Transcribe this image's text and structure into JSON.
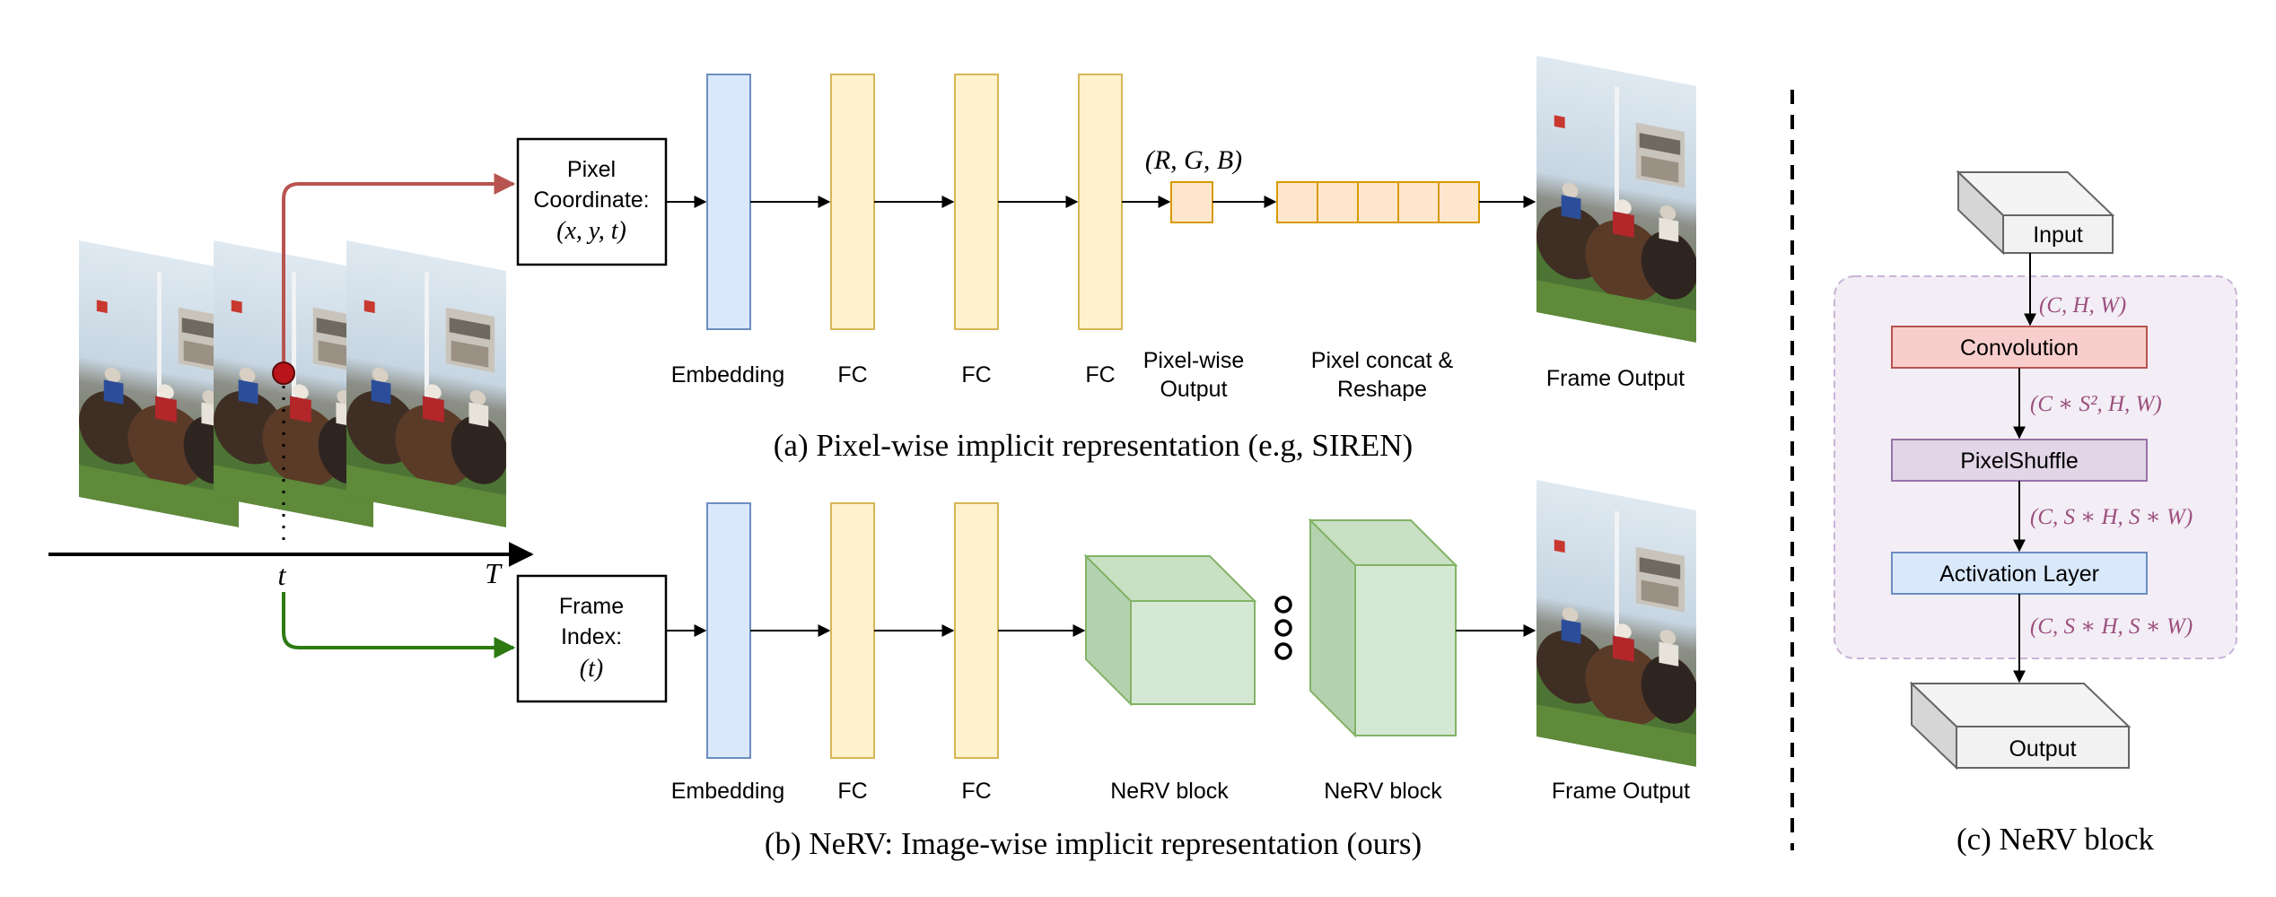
{
  "colors": {
    "embedding_fill": "#dae8fc",
    "embedding_stroke": "#6c8ebf",
    "fc_fill": "#fff2cc",
    "fc_stroke": "#d6b656",
    "pixel_fill": "#ffe6cc",
    "pixel_stroke": "#d79b00",
    "nerv_front": "#d5e8d4",
    "nerv_side": "#b4d2b0",
    "nerv_stroke": "#82b366",
    "red_arrow": "#b85450",
    "green_arrow": "#2d7a12",
    "math_label": "#9c4f7d",
    "conv_fill": "#f8cecc",
    "conv_stroke": "#b85450",
    "shuffle_fill": "#e1d5e7",
    "shuffle_stroke": "#9673a6",
    "act_fill": "#dae8fc",
    "act_stroke": "#6c8ebf",
    "group_fill": "#f3eef6",
    "group_stroke": "#c9b3d6"
  },
  "icons": [
    "video-frame-image",
    "timeline-arrow",
    "sample-point-dot",
    "ellipsis-circles",
    "cube-block"
  ],
  "timeline": {
    "t_label": "t",
    "T_label": "T"
  },
  "panel_a": {
    "input_line1": "Pixel",
    "input_line2": "Coordinate:",
    "input_math": "(x, y, t)",
    "rgb_label": "(R, G, B)",
    "embedding_label": "Embedding",
    "fc_labels": [
      "FC",
      "FC",
      "FC"
    ],
    "pixelwise_line1": "Pixel-wise",
    "pixelwise_line2": "Output",
    "concat_line1": "Pixel concat &",
    "concat_line2": "Reshape",
    "frame_output_label": "Frame Output",
    "caption": "(a) Pixel-wise implicit representation (e.g, SIREN)"
  },
  "panel_b": {
    "input_line1": "Frame",
    "input_line2": "Index:",
    "input_math": "(t)",
    "embedding_label": "Embedding",
    "fc_labels": [
      "FC",
      "FC"
    ],
    "nerv_block_labels": [
      "NeRV block",
      "NeRV block"
    ],
    "frame_output_label": "Frame Output",
    "caption": "(b) NeRV: Image-wise implicit representation (ours)"
  },
  "panel_c": {
    "input_label": "Input",
    "conv_label": "Convolution",
    "shuffle_label": "PixelShuffle",
    "activation_label": "Activation Layer",
    "output_label": "Output",
    "shape1": "(C, H, W)",
    "shape2": "(C ∗ S², H, W)",
    "shape3": "(C, S ∗ H, S ∗ W)",
    "shape4": "(C, S ∗ H, S ∗ W)",
    "caption": "(c) NeRV block"
  }
}
